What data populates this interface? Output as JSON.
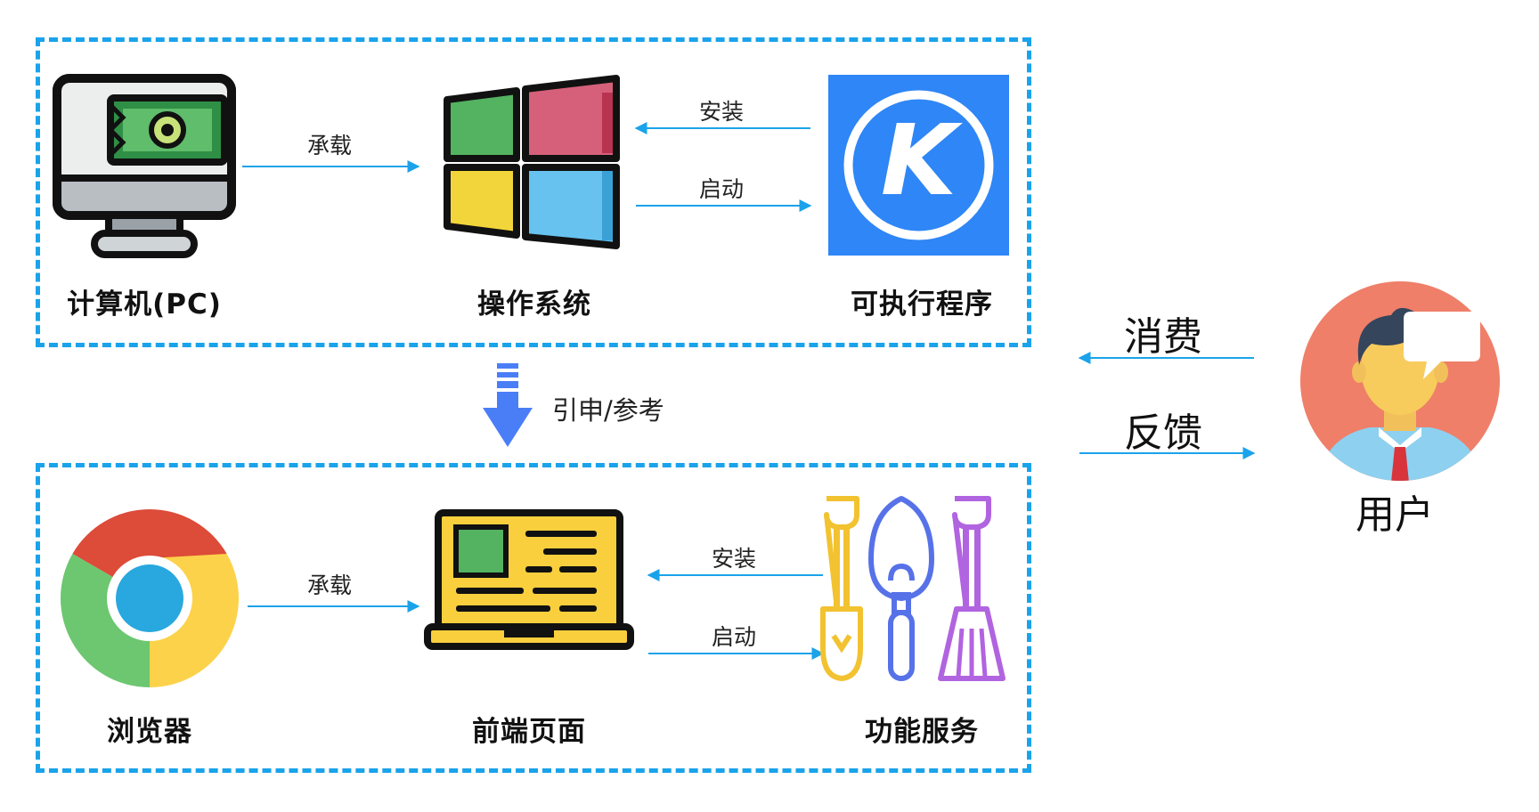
{
  "groups": {
    "runtime": {
      "nodes": {
        "computer": {
          "label": "计算机(PC)",
          "icon": "desktop-computer-icon"
        },
        "os": {
          "label": "操作系统",
          "icon": "windows-logo-icon"
        },
        "executable": {
          "label": "可执行程序",
          "icon": "kugou-app-icon",
          "glyph": "K"
        }
      },
      "edges": {
        "host": "承载",
        "install": "安装",
        "launch": "启动"
      }
    },
    "web": {
      "nodes": {
        "browser": {
          "label": "浏览器",
          "icon": "chrome-browser-icon"
        },
        "frontend": {
          "label": "前端页面",
          "icon": "laptop-web-page-icon"
        },
        "services": {
          "label": "功能服务",
          "icon": "shovels-tools-icon"
        }
      },
      "edges": {
        "host": "承载",
        "install": "安装",
        "launch": "启动"
      }
    }
  },
  "reference": {
    "label": "引申/参考",
    "icon": "down-arrow-icon"
  },
  "user": {
    "label": "用户",
    "icon": "user-avatar-icon",
    "consume": "消费",
    "feedback": "反馈"
  },
  "colors": {
    "dashed_border": "#1aa3ea",
    "arrow": "#1aa3ea",
    "reference_arrow": "#4a7ef6",
    "kugou_blue": "#2f86f6",
    "avatar_bg": "#ef7f69"
  }
}
